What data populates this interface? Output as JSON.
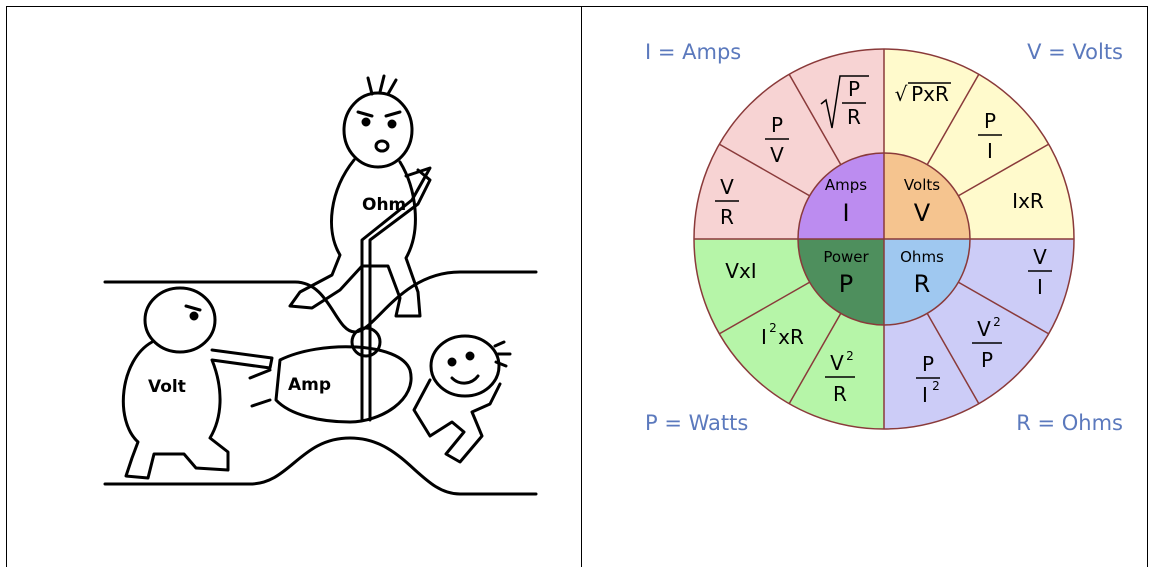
{
  "cartoon": {
    "labels": {
      "ohm": "Ohm",
      "volt": "Volt",
      "amp": "Amp"
    }
  },
  "wheel": {
    "corners": {
      "top_left": "I = Amps",
      "top_right": "V = Volts",
      "bottom_left": "P = Watts",
      "bottom_right": "R = Ohms"
    },
    "center": {
      "amps": {
        "name": "Amps",
        "symbol": "I"
      },
      "volts": {
        "name": "Volts",
        "symbol": "V"
      },
      "power": {
        "name": "Power",
        "symbol": "P"
      },
      "ohms": {
        "name": "Ohms",
        "symbol": "R"
      }
    },
    "formulas": {
      "v_over_r": {
        "num": "V",
        "den": "R"
      },
      "p_over_v": {
        "num": "P",
        "den": "V"
      },
      "sqrt_p_over_r": {
        "num": "P",
        "den": "R"
      },
      "sqrt_pxr": "PxR",
      "p_over_i": {
        "num": "P",
        "den": "I"
      },
      "ixr": "IxR",
      "v_over_i": {
        "num": "V",
        "den": "I"
      },
      "v2_over_p": {
        "num": "V",
        "den": "P",
        "exp": "2"
      },
      "p_over_i2": {
        "num": "P",
        "den": "I",
        "exp": "2"
      },
      "v2_over_r": {
        "num": "V",
        "den": "R",
        "exp": "2"
      },
      "i2xr": {
        "base": "I",
        "exp": "2",
        "rest": "xR"
      },
      "vxi": "VxI"
    },
    "colors": {
      "amps_outer": "#f7d3d3",
      "volts_outer": "#fffacc",
      "power_outer": "#b6f5a8",
      "ohms_outer": "#ccccf7",
      "amps_center": "#bc8cf0",
      "volts_center": "#f5c48f",
      "power_center": "#4e8f5d",
      "ohms_center": "#9fc8f0",
      "outline": "#8a3a3a",
      "label_blue": "#5b79bd"
    }
  }
}
